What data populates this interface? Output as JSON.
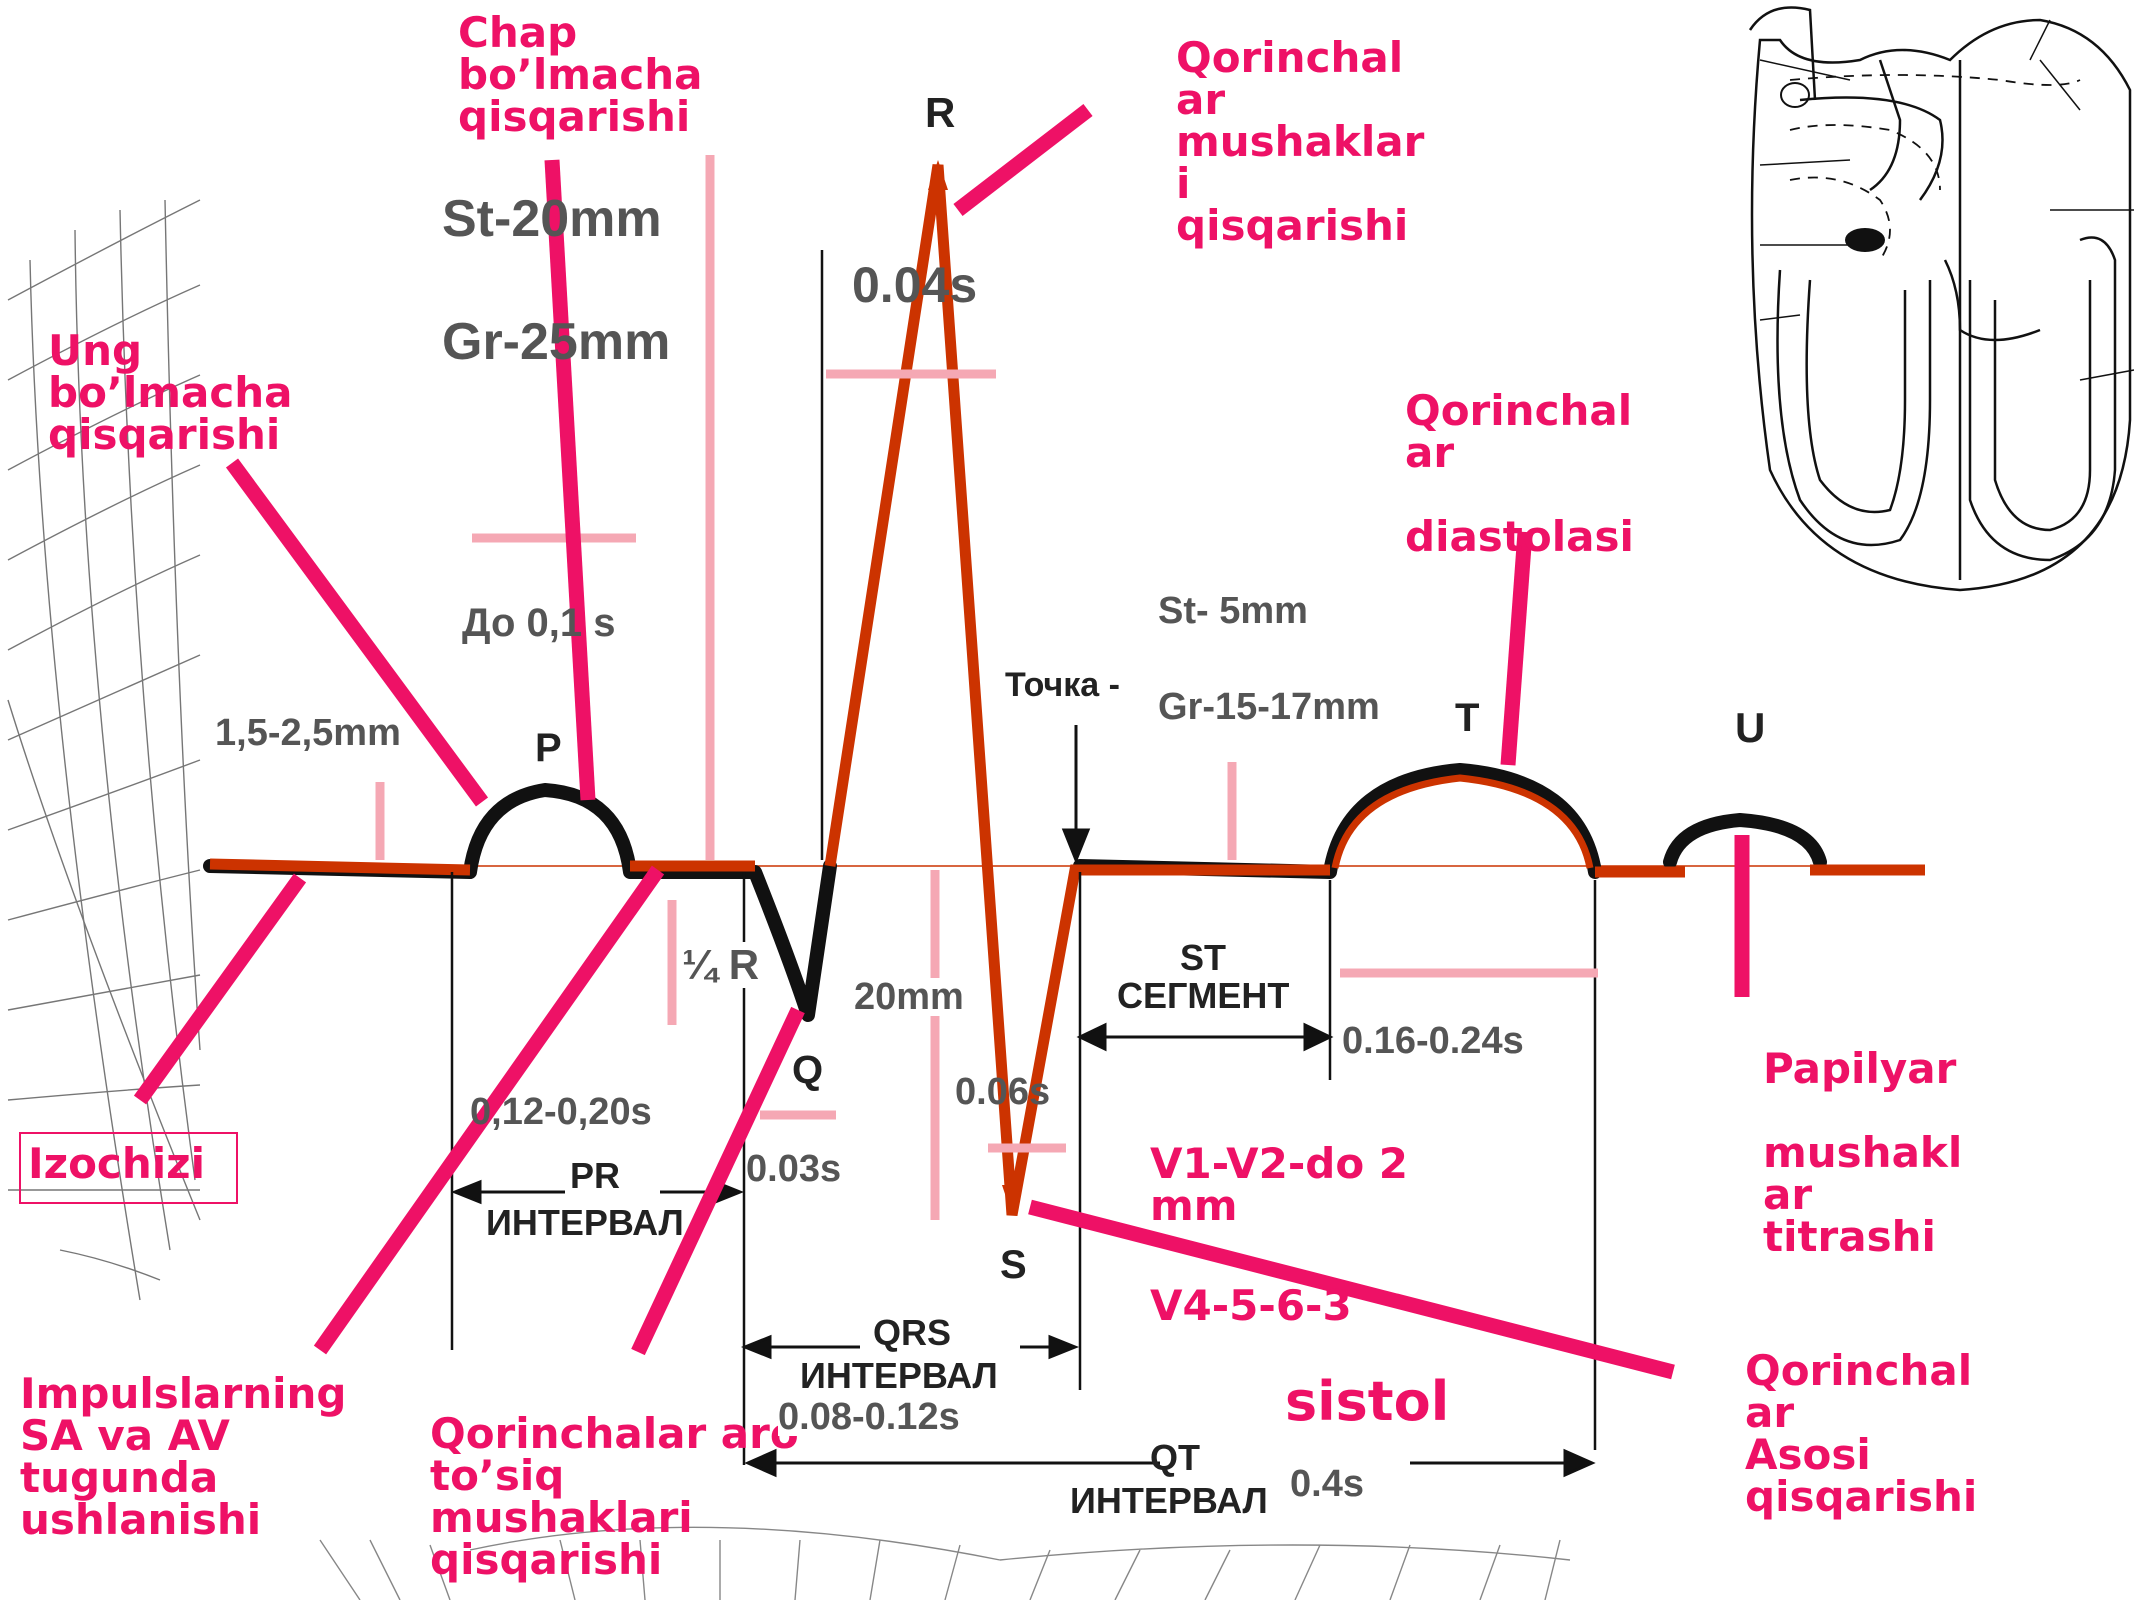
{
  "colors": {
    "annotation": "#ee1166",
    "ecg_trace": "#cc3300",
    "ecg_outline": "#111111",
    "measure_light": "#f5a8b4",
    "grid": "#555555",
    "label_gray": "#555555",
    "label_dark": "#222222"
  },
  "annotations": {
    "chap_bolmacha": "Chap\nbo’lmacha\n qisqarishi",
    "qorinchalar_mushaklari": "Qorinchal\nar\nmushaklar\ni\n qisqarishi",
    "ung_bolmacha": "Ung\nbo’lmacha\nqisqarishi",
    "qorinchalar_diastolasi": "Qorinchal\nar\n\ndiastolasi",
    "papilyar": "Papilyar\n\nmushakl\nar\n titrashi",
    "izochizi": "Izochizi",
    "impulslar": "Impulslarning\nSA va AV\ntugunda\n ushlanishi",
    "qorinchalar_aro": "Qorinchalar aro\nto’siq\nmushaklari\n qisqarishi",
    "qorinchalar_asosi": "Qorinchal\nar\nAsosi\n qisqarishi",
    "v1_v2": "V1-V2-do 2\nmm",
    "v4_cut": "V4-5-6-3",
    "sistol": "sistol"
  },
  "measurements": {
    "st_20": "St-20mm",
    "gr_25": "Gr-25mm",
    "r_width": "0.04s",
    "p_duration": "До 0,1 s",
    "p_height": "1,5-2,5mm",
    "st_5": "St- 5mm",
    "gr_15": "Gr-15-17mm",
    "quarter_r": "¼ R",
    "r_20mm": "20mm",
    "s_006": "0.06s",
    "q_003": "0.03s",
    "pr_value": "0,12-0,20s",
    "t_value": "0.16-0.24s",
    "qrs_value": "0.08-0.12s",
    "qt_value": "0.4s"
  },
  "wave_labels": {
    "p": "P",
    "q": "Q",
    "r": "R",
    "s": "S",
    "t": "T",
    "u": "U"
  },
  "intervals": {
    "point": "Точка -",
    "pr_line1": "PR",
    "pr_line2": "ИНТЕРВАЛ",
    "st_line1": "ST",
    "st_line2": "СЕГМЕНТ",
    "qrs_line1": "QRS",
    "qrs_line2": "ИНТЕРВАЛ",
    "qt_line1": "QT",
    "qt_line2": "ИНТЕРВАЛ"
  }
}
